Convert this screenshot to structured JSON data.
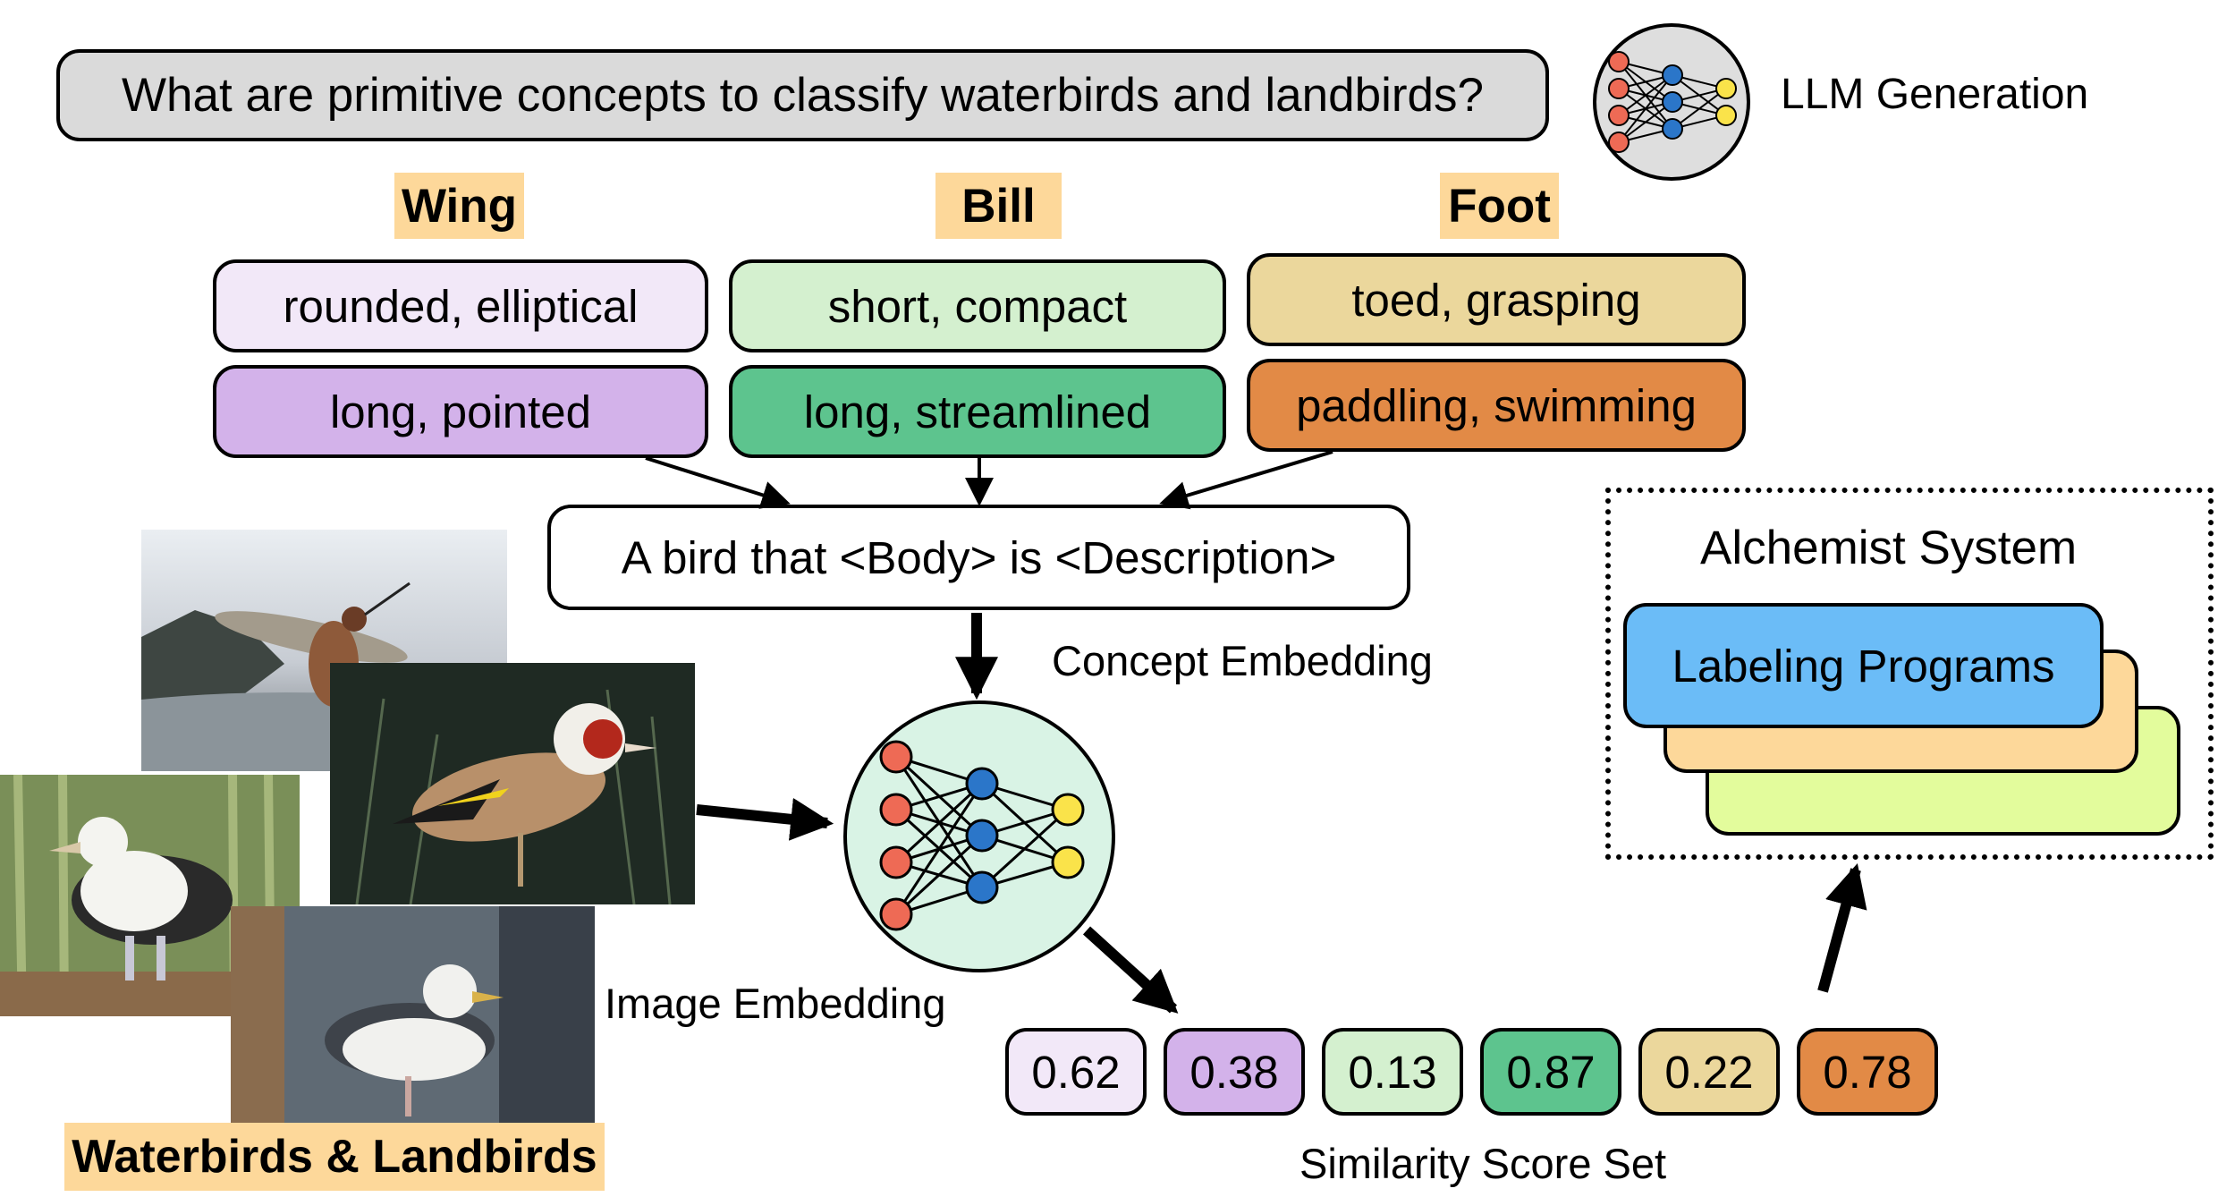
{
  "question": "What are primitive concepts to classify waterbirds and landbirds?",
  "llm_label": "LLM Generation",
  "body_parts": [
    {
      "name": "Wing",
      "descriptions": [
        "rounded, elliptical",
        "long, pointed"
      ],
      "colors": [
        "#f2e8f8",
        "#d3b2ea"
      ]
    },
    {
      "name": "Bill",
      "descriptions": [
        "short, compact",
        "long, streamlined"
      ],
      "colors": [
        "#d4f0cf",
        "#5dc48e"
      ]
    },
    {
      "name": "Foot",
      "descriptions": [
        "toed, grasping",
        "paddling, swimming"
      ],
      "colors": [
        "#ebd79c",
        "#e28a46"
      ]
    }
  ],
  "template": "A bird that <Body> is <Description>",
  "concept_embedding_label": "Concept Embedding",
  "image_embedding_label": "Image Embedding",
  "dataset_label": "Waterbirds & Landbirds",
  "scores": [
    "0.62",
    "0.38",
    "0.13",
    "0.87",
    "0.22",
    "0.78"
  ],
  "score_colors": [
    "#f2e8f8",
    "#d3b2ea",
    "#d4f0cf",
    "#5dc48e",
    "#ebd79c",
    "#e28a46"
  ],
  "similarity_label": "Similarity Score Set",
  "alchemist": {
    "title": "Alchemist System",
    "programs_label": "Labeling Programs",
    "card_colors": [
      "#6bbcf7",
      "#fdd89a",
      "#e3fc9c"
    ]
  },
  "colors": {
    "question_bg": "#dadada",
    "highlight": "#fdd89a",
    "network_bg": "#d9f3e5",
    "llm_bg": "#dedede",
    "node_red": "#ee6a55",
    "node_blue": "#2b76c9",
    "node_yellow": "#fae34a"
  }
}
